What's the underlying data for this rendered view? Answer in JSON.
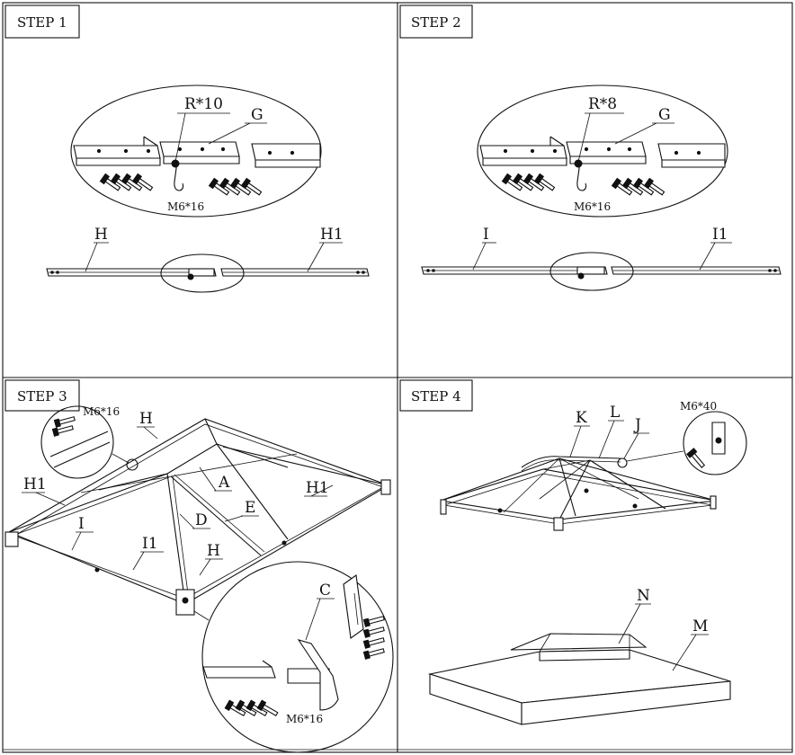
{
  "steps": [
    {
      "title": "STEP 1"
    },
    {
      "title": "STEP 2"
    },
    {
      "title": "STEP 3"
    },
    {
      "title": "STEP 4"
    }
  ],
  "step1": {
    "bolt_label": "R*10",
    "part_g": "G",
    "screw": "M6*16",
    "part_h": "H",
    "part_h1": "H1"
  },
  "step2": {
    "bolt_label": "R*8",
    "part_g": "G",
    "screw": "M6*16",
    "part_i": "I",
    "part_i1": "I1"
  },
  "step3": {
    "screw_top": "M6*16",
    "part_h_top": "H",
    "part_h1_left": "H1",
    "part_h1_right": "H1",
    "part_a": "A",
    "part_e": "E",
    "part_d": "D",
    "part_i": "I",
    "part_i1": "I1",
    "part_h_bottom": "H",
    "part_c": "C",
    "screw_bottom": "M6*16"
  },
  "step4": {
    "part_k": "K",
    "part_l": "L",
    "part_j": "J",
    "screw": "M6*40",
    "part_n": "N",
    "part_m": "M"
  }
}
